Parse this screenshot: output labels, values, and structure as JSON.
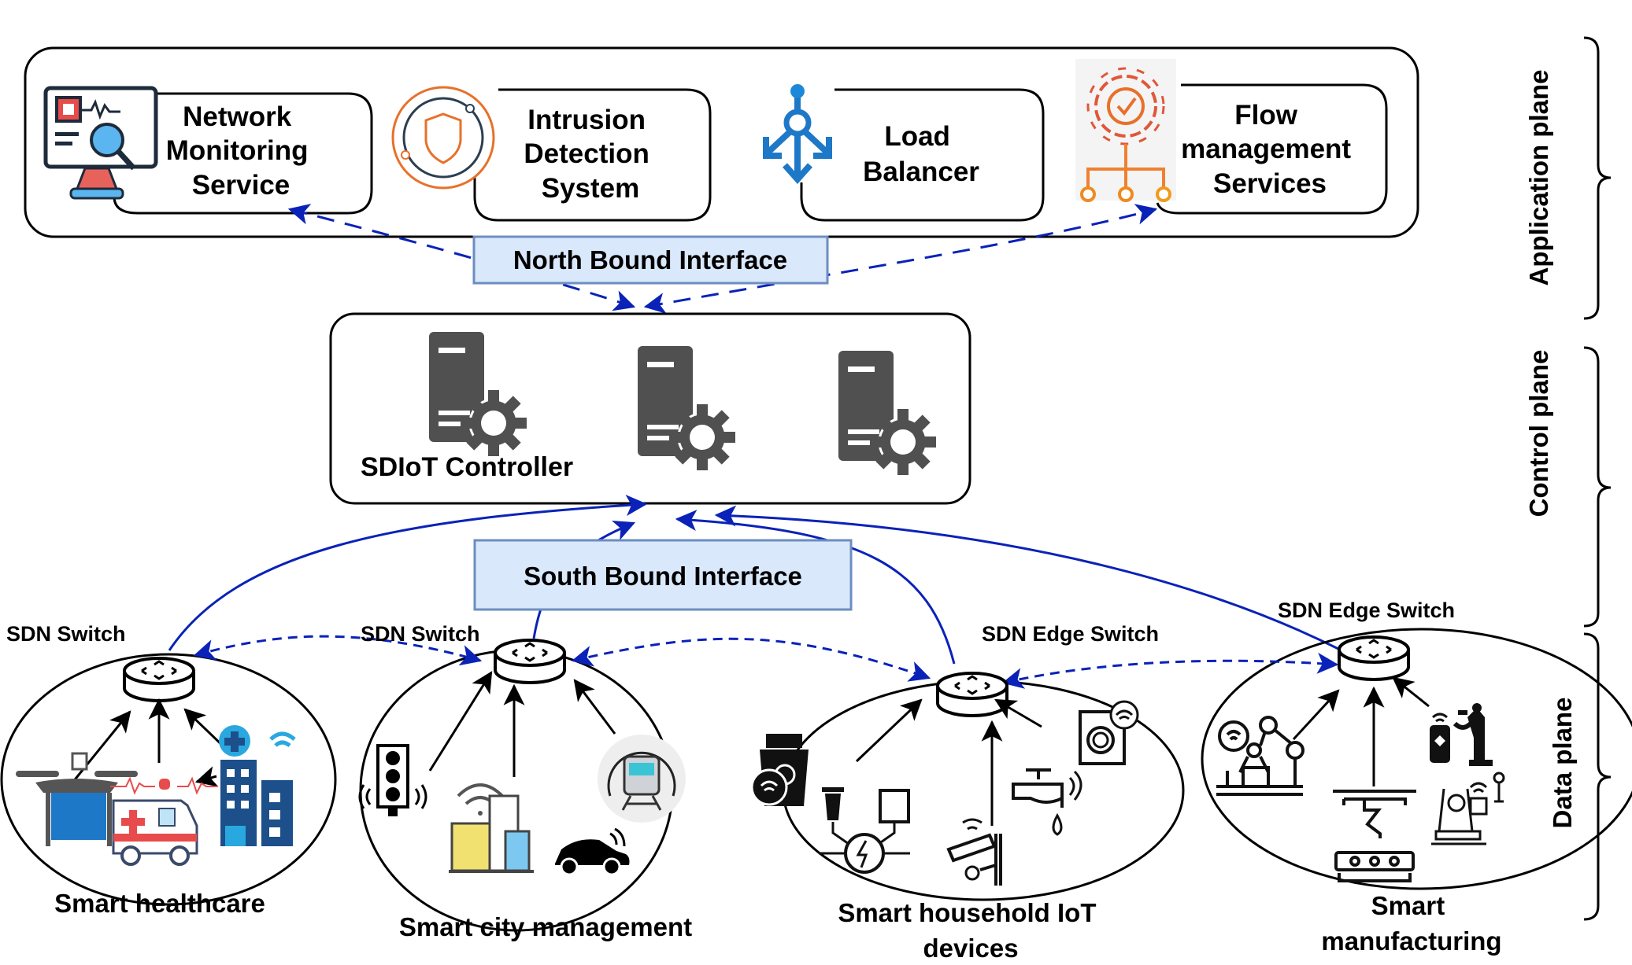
{
  "colors": {
    "link_blue": "#0a22b8",
    "interface_fill": "#dae8fc",
    "interface_stroke": "#6c8ebf",
    "server_gray": "#505050",
    "accent_orange": "#e8702a",
    "accent_blue": "#1e88d8"
  },
  "planes": {
    "application": "Application plane",
    "control": "Control plane",
    "data": "Data plane"
  },
  "application_services": [
    {
      "id": "nms",
      "icon": "network-monitoring-icon",
      "lines": [
        "Network",
        "Monitoring",
        "Service"
      ]
    },
    {
      "id": "ids",
      "icon": "shield-icon",
      "lines": [
        "Intrusion",
        "Detection",
        "System"
      ]
    },
    {
      "id": "lb",
      "icon": "load-balancer-icon",
      "lines": [
        "Load",
        "Balancer"
      ]
    },
    {
      "id": "flow",
      "icon": "gear-flow-icon",
      "lines": [
        "Flow",
        "management",
        "Services"
      ]
    }
  ],
  "interfaces": {
    "north": "North Bound Interface",
    "south": "South Bound Interface"
  },
  "controller": {
    "label": "SDIoT Controller",
    "server_count": 3
  },
  "domains": [
    {
      "switch_label": "SDN Switch",
      "domain_lines": [
        "Smart healthcare"
      ],
      "devices": [
        "drone-icon",
        "ambulance-icon",
        "hospital-icon"
      ]
    },
    {
      "switch_label": "SDN Switch",
      "domain_lines": [
        "Smart city management"
      ],
      "devices": [
        "traffic-light-icon",
        "buildings-icon",
        "train-icon",
        "car-icon"
      ]
    },
    {
      "switch_label": "SDN Edge Switch",
      "domain_lines": [
        "Smart household IoT",
        "devices"
      ],
      "devices": [
        "smart-bin-icon",
        "smart-grid-icon",
        "cctv-icon",
        "smart-tap-icon",
        "washing-machine-icon"
      ]
    },
    {
      "switch_label": "SDN Edge Switch",
      "domain_lines": [
        "Smart",
        "manufacturing"
      ],
      "devices": [
        "robot-arm-icon",
        "3d-printer-icon",
        "remote-robot-icon",
        "iot-robot-icon"
      ]
    }
  ]
}
